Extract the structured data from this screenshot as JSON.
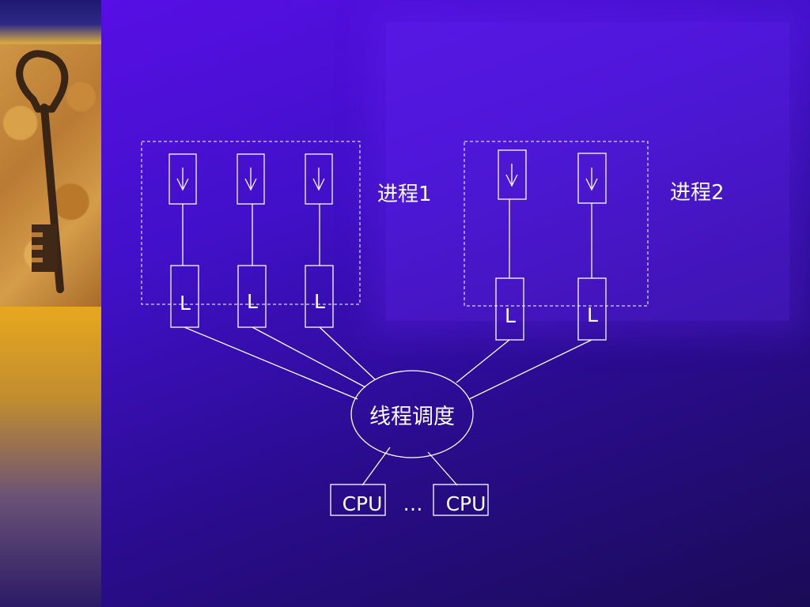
{
  "process1_label": "进程1",
  "process2_label": "进程2",
  "thread_label": "L",
  "scheduler_label": "线程调度",
  "cpu_label": "CPU",
  "ellipsis": "…",
  "colors": {
    "line": "#ffffff",
    "sidebar_gold": "#e8a81e",
    "background": "#3a10b8"
  },
  "icons": {
    "sidebar_image": "key-photo",
    "execution_arrow": "down-arrow-icon"
  }
}
